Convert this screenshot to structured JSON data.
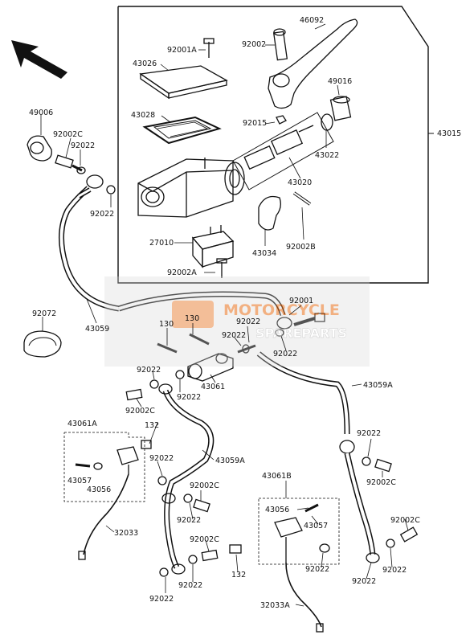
{
  "labels": {
    "p43015": "43015",
    "p46092": "46092",
    "p92001a_top": "92001A",
    "p43026": "43026",
    "p92002_top": "92002",
    "p49016": "49016",
    "p43028": "43028",
    "p92015": "92015",
    "p43022_top": "43022",
    "p43020": "43020",
    "p49006": "49006",
    "p92002c_1": "92002C",
    "p92022_1": "92022",
    "p92022_2": "92022",
    "p27010": "27010",
    "p43034": "43034",
    "p92002b": "92002B",
    "p92002a_2": "92002A",
    "p92072": "92072",
    "p43059": "43059",
    "p92001": "92001",
    "p130_a": "130",
    "p130_b": "130",
    "p92022_3": "92022",
    "p92022_4": "92022",
    "p92022_5": "92022",
    "p43061": "43061",
    "p92022_6": "92022",
    "p92022_7": "92022",
    "p43059a_1": "43059A",
    "p92002c_2": "92002C",
    "p43061a": "43061A",
    "p132_a": "132",
    "p92022_8": "92022",
    "p43057_a": "43057",
    "p43056_a": "43056",
    "p43059a_2": "43059A",
    "p92022_9": "92022",
    "p92002c_3": "92002C",
    "p92002c_4": "92002C",
    "p92022_10": "92022",
    "p43061b": "43061B",
    "p43056_b": "43056",
    "p43057_b": "43057",
    "p32033": "32033",
    "p92002c_5": "92002C",
    "p92002c_6": "92002C",
    "p92022_11": "92022",
    "p92022_12": "92022",
    "p92022_13": "92022",
    "p92022_14": "92022",
    "p132_b": "132",
    "p92022_15": "92022",
    "p32033a": "32033A"
  },
  "watermark": {
    "line1": "MOTORCYCLE",
    "line2": "SPAREPARTS",
    "color": "#e8711c"
  },
  "colors": {
    "ink": "#111111",
    "background": "#ffffff"
  },
  "icons": [
    "direction-arrow-icon"
  ]
}
